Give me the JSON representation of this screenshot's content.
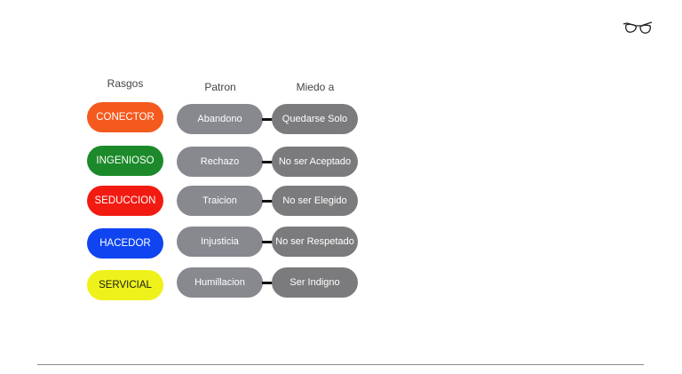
{
  "headers": {
    "traits": "Rasgos",
    "pattern": "Patron",
    "fear": "Miedo a"
  },
  "rows": [
    {
      "trait": "CONECTOR",
      "pattern": "Abandono",
      "fear": "Quedarse Solo",
      "trait_bg": "#f45a1e",
      "trait_fg": "#ffffff",
      "pattern_bg": "#88898f",
      "fear_bg": "#7b7b7d"
    },
    {
      "trait": "INGENIOSO",
      "pattern": "Rechazo",
      "fear": "No ser Aceptado",
      "trait_bg": "#1c8a2a",
      "trait_fg": "#ffffff",
      "pattern_bg": "#88898f",
      "fear_bg": "#7b7b7d"
    },
    {
      "trait": "SEDUCCION",
      "pattern": "Traicion",
      "fear": "No ser Elegido",
      "trait_bg": "#f21b12",
      "trait_fg": "#ffffff",
      "pattern_bg": "#88898f",
      "fear_bg": "#7b7b7d"
    },
    {
      "trait": "HACEDOR",
      "pattern": "Injusticia",
      "fear": "No ser Respetado",
      "trait_bg": "#0f44f0",
      "trait_fg": "#ffffff",
      "pattern_bg": "#88898f",
      "fear_bg": "#7b7b7d"
    },
    {
      "trait": "SERVICIAL",
      "pattern": "Humillacion",
      "fear": "Ser Indigno",
      "trait_bg": "#eef21a",
      "trait_fg": "#1a1a1a",
      "pattern_bg": "#88898f",
      "fear_bg": "#7b7b7d"
    }
  ],
  "colors": {
    "connector": "#111111",
    "divider": "#8a8a8a"
  },
  "icons": {
    "logo": "eyeglasses-icon"
  }
}
